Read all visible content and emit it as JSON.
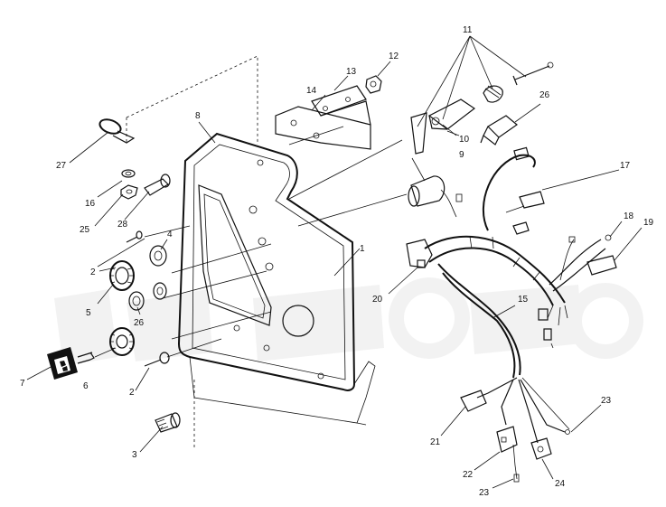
{
  "diagram": {
    "labels": {
      "l1": "1",
      "l2a": "2",
      "l2b": "2",
      "l3": "3",
      "l4": "4",
      "l5": "5",
      "l6": "6",
      "l7": "7",
      "l8": "8",
      "l9": "9",
      "l10": "10",
      "l11": "11",
      "l12": "12",
      "l13": "13",
      "l14": "14",
      "l15": "15",
      "l16": "16",
      "l17": "17",
      "l18": "18",
      "l19": "19",
      "l20": "20",
      "l21": "21",
      "l22": "22",
      "l23a": "23",
      "l23b": "23",
      "l24": "24",
      "l25": "25",
      "l26a": "26",
      "l26b": "26",
      "l27": "27",
      "l28": "28"
    }
  }
}
